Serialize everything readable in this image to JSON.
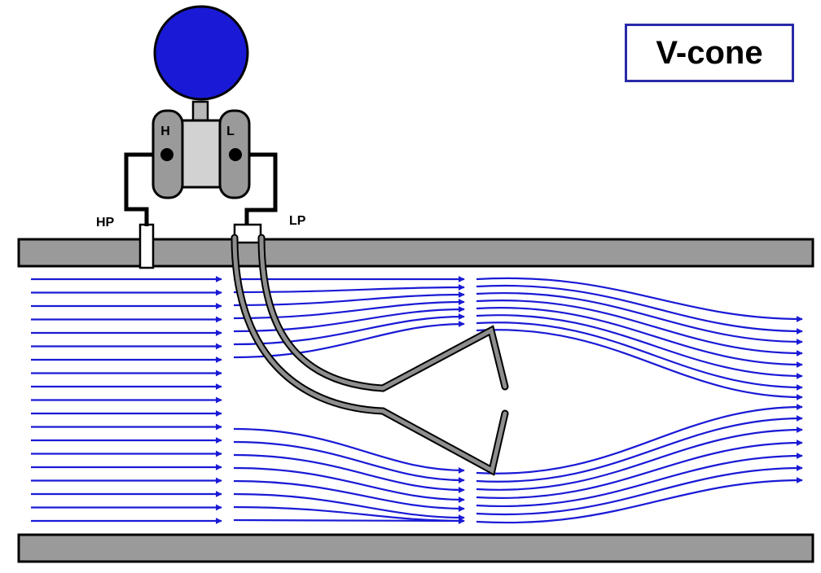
{
  "title": "V-cone",
  "transmitter": {
    "high_label": "H",
    "low_label": "L"
  },
  "taps": {
    "high_pressure_label": "HP",
    "low_pressure_label": "LP"
  },
  "colors": {
    "flow_arrows": "#1a1ad6",
    "gauge_head": "#1a1ad6",
    "pipe_wall": "#9a9a9a",
    "body": "#d2d2d2",
    "outline": "#000000"
  },
  "icons": [
    "gauge-head",
    "transmitter-body",
    "v-cone-element",
    "flow-arrow"
  ]
}
